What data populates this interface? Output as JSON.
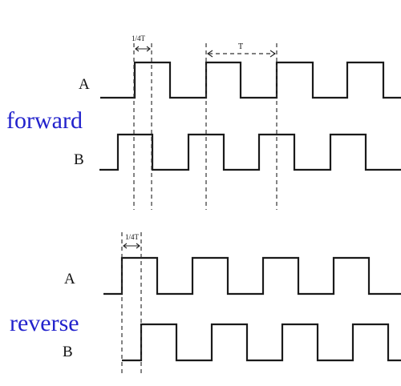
{
  "forward": {
    "mode_label": "forward",
    "channel_a_label": "A",
    "channel_b_label": "B",
    "quarter_period_label": "1/4T",
    "period_label": "T"
  },
  "reverse": {
    "mode_label": "reverse",
    "channel_a_label": "A",
    "channel_b_label": "B",
    "quarter_period_label": "1/4T"
  },
  "colors": {
    "mode_label": "#2222cc",
    "waveform": "#1a1a1a"
  }
}
